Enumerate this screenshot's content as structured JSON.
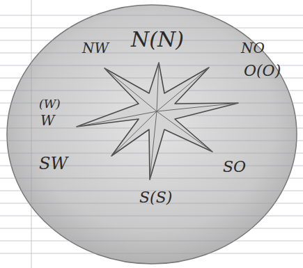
{
  "diagram": {
    "labels": [
      "NW",
      "N(N)",
      "NO",
      "O(O)",
      "(W)",
      "W",
      "SW",
      "SO",
      "S(S)"
    ]
  }
}
